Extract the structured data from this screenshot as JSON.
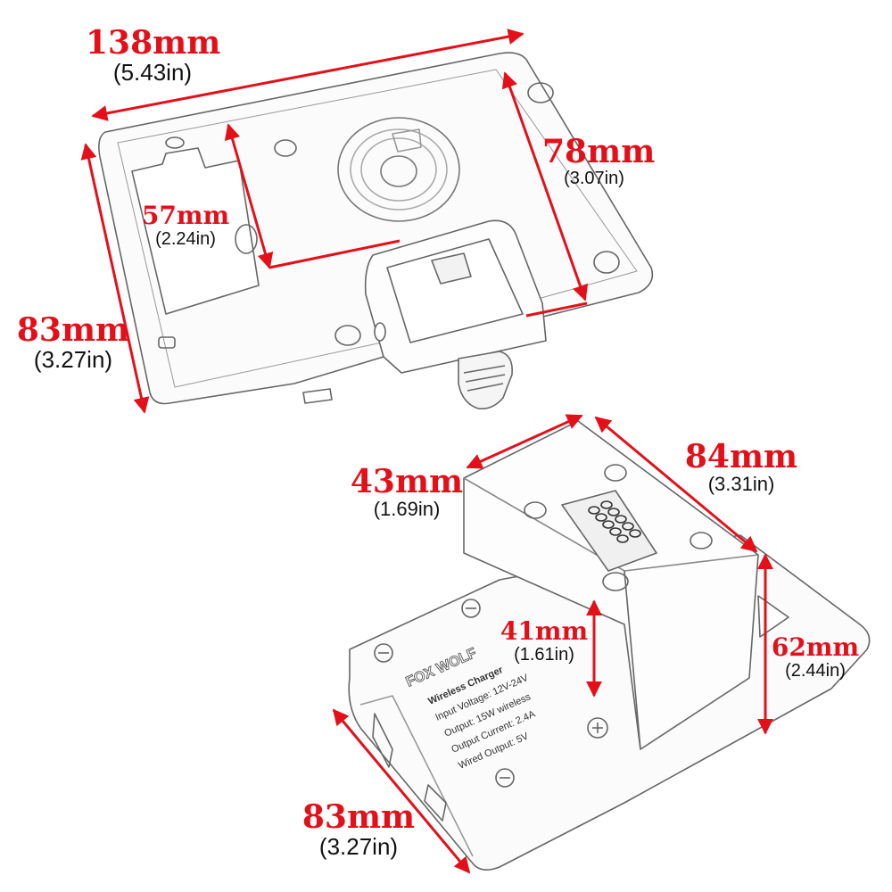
{
  "colors": {
    "dimension_red": "#e3101a",
    "sketch_gray": "#555555",
    "background": "#ffffff"
  },
  "dimensions": {
    "top_length": {
      "mm": "138mm",
      "inch": "(5.43in)"
    },
    "top_height": {
      "mm": "83mm",
      "inch": "(3.27in)"
    },
    "top_inner_height": {
      "mm": "78mm",
      "inch": "(3.07in)"
    },
    "top_slot_width": {
      "mm": "57mm",
      "inch": "(2.24in)"
    },
    "bottom_mount_width": {
      "mm": "43mm",
      "inch": "(1.69in)"
    },
    "bottom_mount_length": {
      "mm": "84mm",
      "inch": "(3.31in)"
    },
    "bottom_mount_height": {
      "mm": "41mm",
      "inch": "(1.61in)"
    },
    "bottom_side_height": {
      "mm": "62mm",
      "inch": "(2.44in)"
    },
    "bottom_length": {
      "mm": "83mm",
      "inch": "(3.27in)"
    }
  },
  "product_label": {
    "brand": "FOX WOLF",
    "lines": [
      "Wireless Charger",
      "Input Voltage: 12V-24V",
      "Output: 15W wireless",
      "Output Current: 2.4A",
      "Wired Output: 5V"
    ]
  }
}
